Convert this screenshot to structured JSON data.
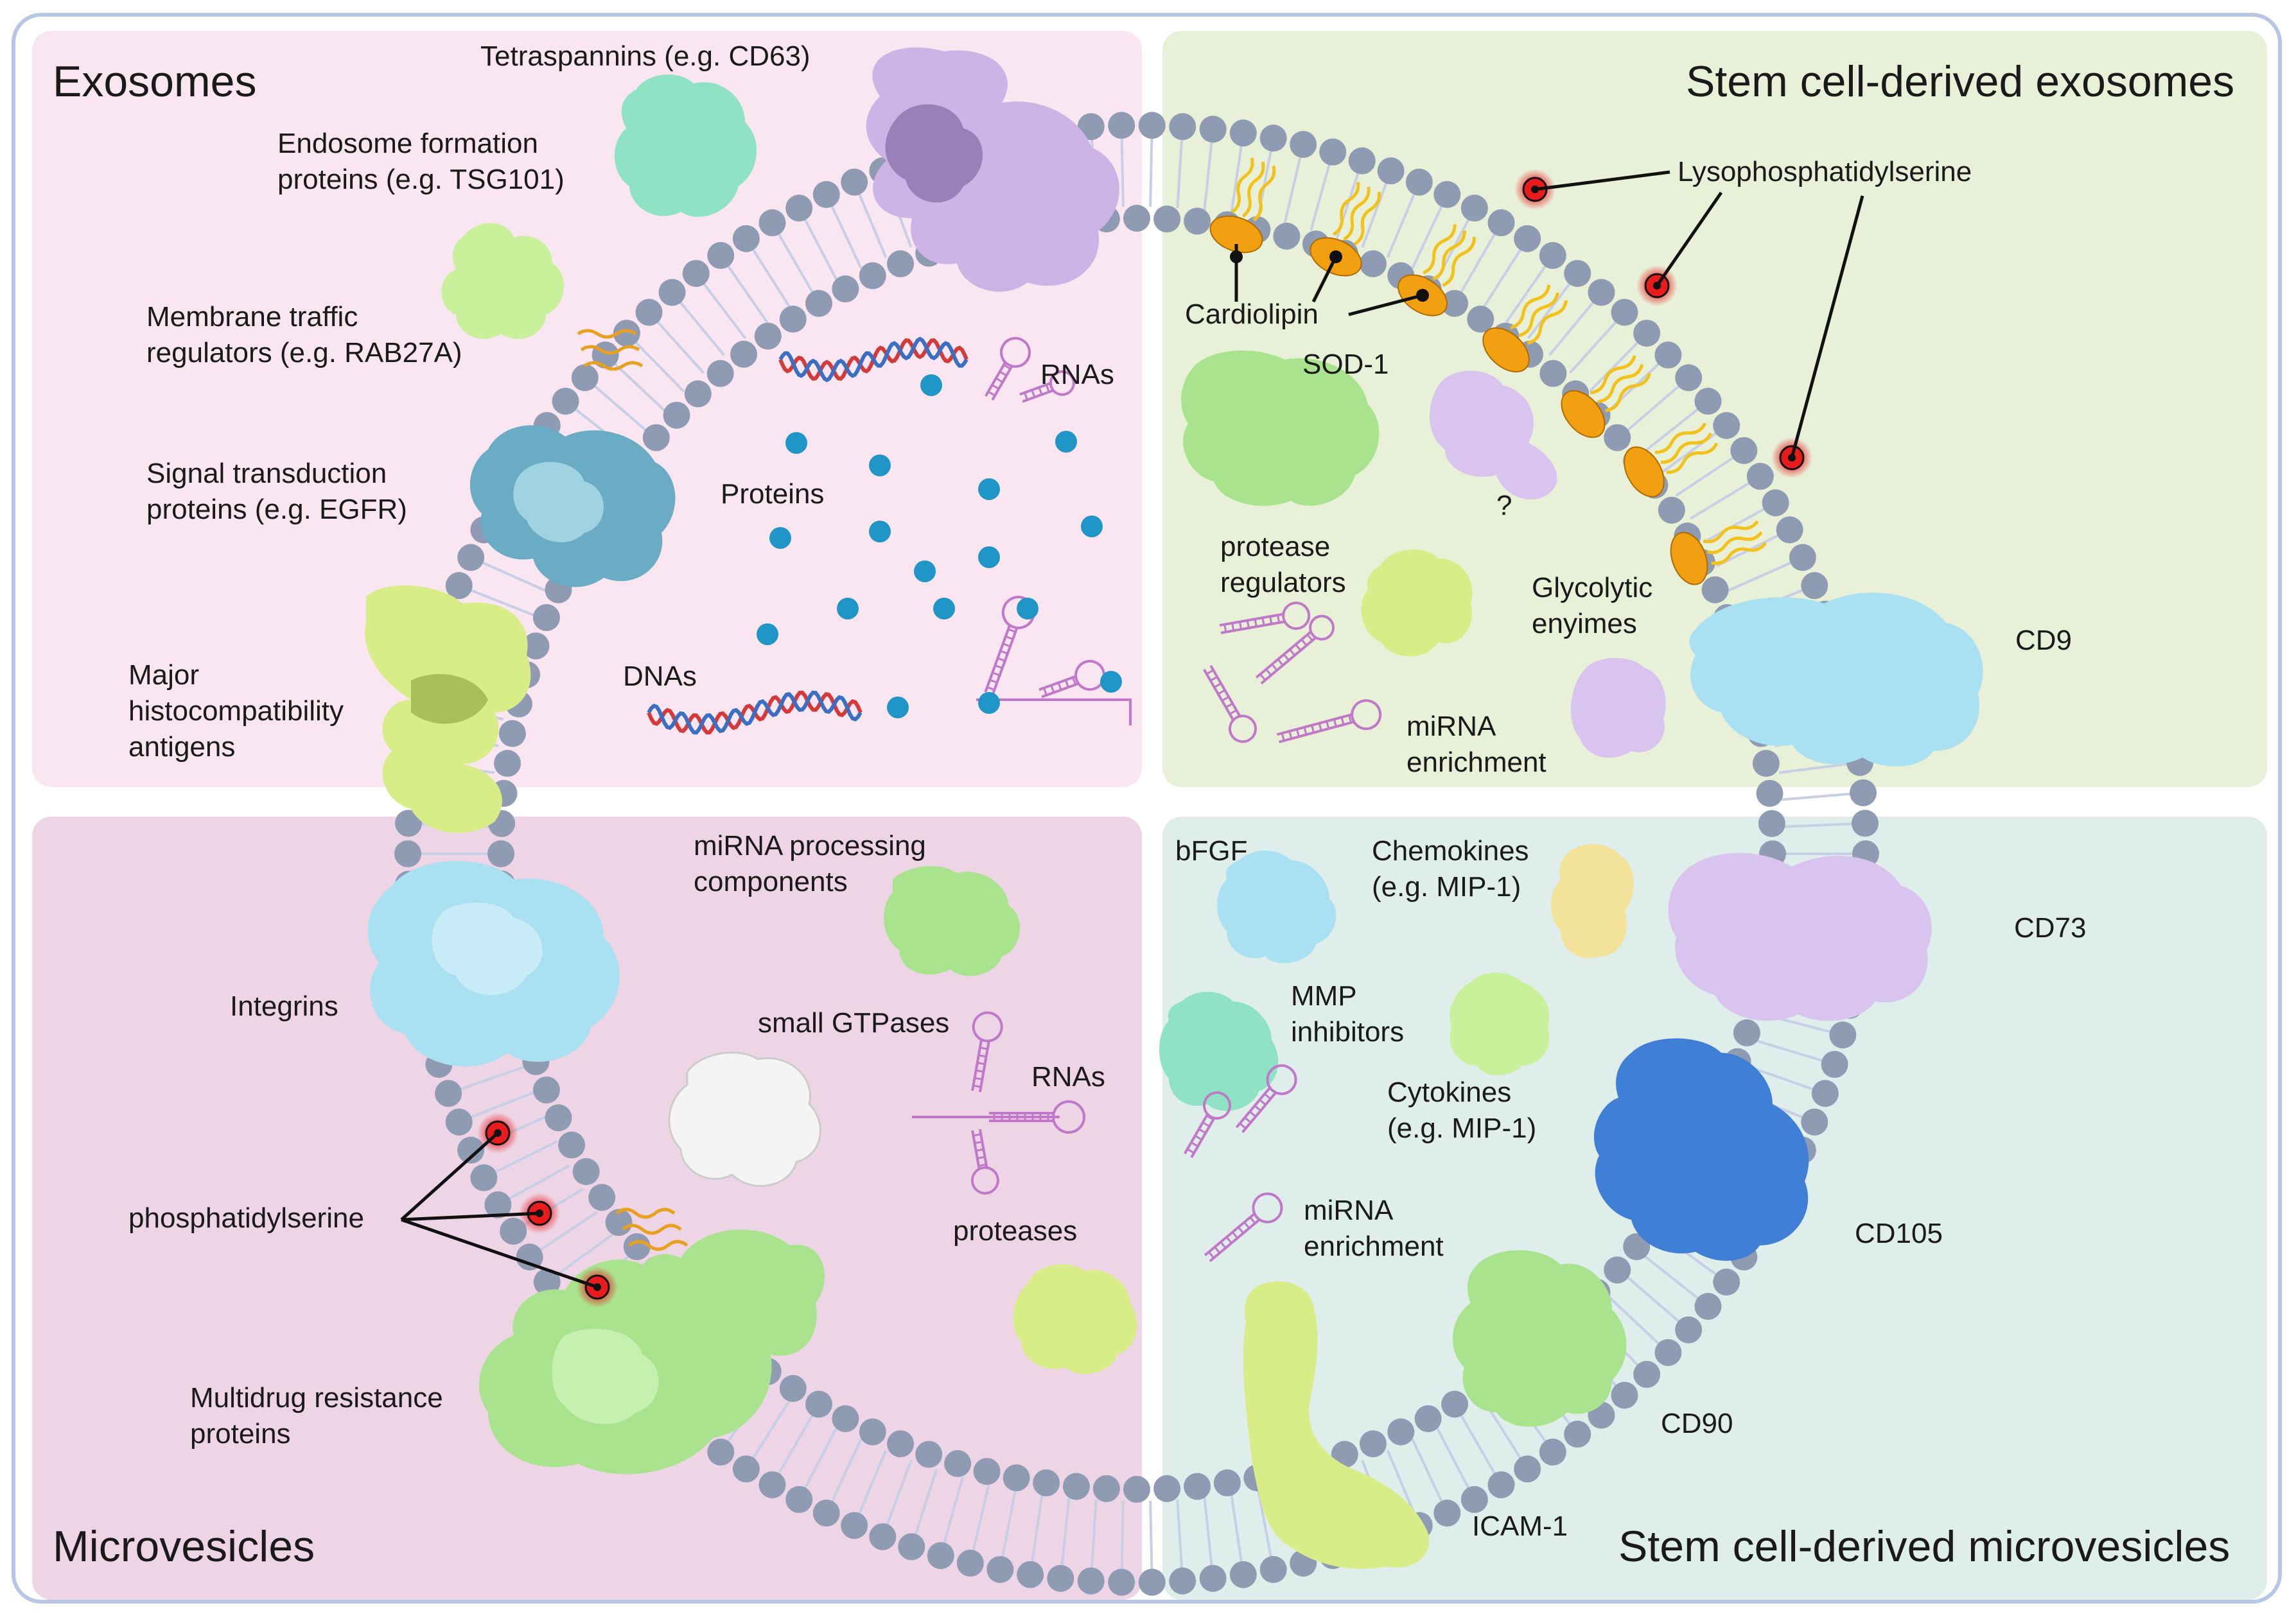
{
  "quadrants": {
    "top_left": {
      "title": "Exosomes",
      "color": "#f9e6f1"
    },
    "top_right": {
      "title": "Stem cell-derived exosomes",
      "color": "#e8f0d8"
    },
    "bottom_left": {
      "title": "Microvesicles",
      "color": "#eed5e6"
    },
    "bottom_right": {
      "title": "Stem cell-derived microvesicles",
      "color": "#dfeeea"
    }
  },
  "labels": {
    "tetraspannins": "Tetraspannins (e.g. CD63)",
    "endosome": "Endosome formation\nproteins (e.g. TSG101)",
    "membrane_traffic": "Membrane traffic\nregulators (e.g. RAB27A)",
    "signal_transduction": "Signal transduction\nproteins (e.g. EGFR)",
    "mhc": "Major\nhistocompatibility\nantigens",
    "proteins": "Proteins",
    "rnas_top": "RNAs",
    "dnas": "DNAs",
    "lysophosphatidylserine": "Lysophosphatidylserine",
    "cardiolipin": "Cardiolipin",
    "sod1": "SOD-1",
    "question": "?",
    "protease_regulators": "protease\nregulators",
    "glycolytic": "Glycolytic\nenyimes",
    "cd9": "CD9",
    "mirna_enrichment_top": "miRNA\nenrichment",
    "mirna_processing": "miRNA processing\ncomponents",
    "integrins": "Integrins",
    "small_gtpases": "small GTPases",
    "rnas_bottom": "RNAs",
    "phosphatidylserine": "phosphatidylserine",
    "proteases": "proteases",
    "multidrug": "Multidrug resistance\nproteins",
    "bfgf": "bFGF",
    "chemokines": "Chemokines\n(e.g. MIP-1)",
    "cd73": "CD73",
    "mmp": "MMP\ninhibitors",
    "cytokines": "Cytokines\n(e.g. MIP-1)",
    "mirna_enrichment_bottom": "miRNA\nenrichment",
    "cd105": "CD105",
    "cd90": "CD90",
    "icam": "ICAM-1"
  },
  "colors": {
    "lipid_head": "#8e9bb2",
    "lipid_tail": "#c6cfe6",
    "protein_teal": "#5aa0b8",
    "protein_mint": "#8fe3c4",
    "protein_lime": "#d8ec88",
    "protein_green": "#a9e38e",
    "protein_lilac": "#cdb3e6",
    "protein_sky": "#a9e0f2",
    "protein_blue": "#3f7fd6",
    "protein_yellow": "#f2e29a",
    "cardiolipin_orange": "#f0a010",
    "ps_red": "#e81c1c",
    "dna_red": "#d43a3a",
    "dna_blue": "#3a6fc4",
    "rna_purple": "#c078c8",
    "protein_dot": "#1f95c8"
  }
}
